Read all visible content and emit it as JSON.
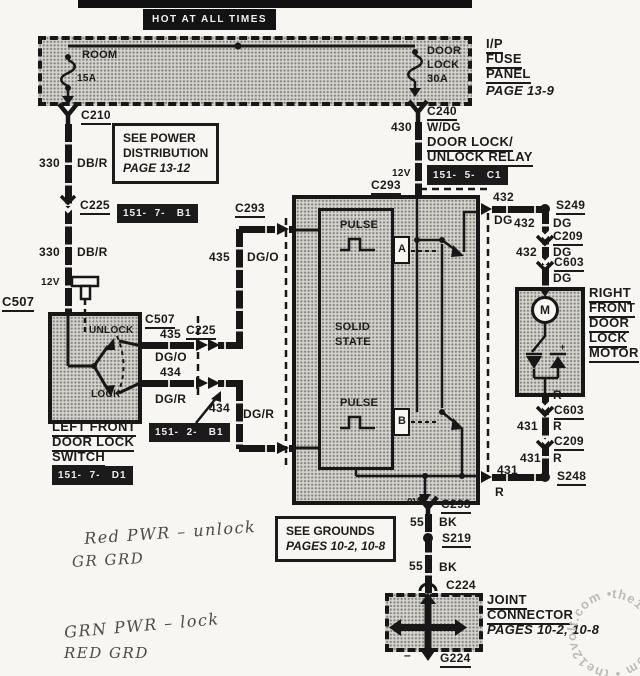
{
  "top": {
    "hot": "HOT AT ALL TIMES"
  },
  "fuse_panel": {
    "room": "ROOM",
    "room_amp": "15A",
    "fuse2": [
      "DOOR",
      "LOCK",
      "30A"
    ],
    "title": [
      "I/P",
      "FUSE",
      "PANEL"
    ],
    "page": "PAGE 13-9"
  },
  "power_box": {
    "l1": "SEE POWER",
    "l2": "DISTRIBUTION",
    "l3": "PAGE 13-12"
  },
  "left": {
    "c210": "C210",
    "w330_num": "330",
    "w330_color": "DB/R",
    "c225": "C225",
    "ref_c225": "151-  7-   B1",
    "w330b_num": "330",
    "w330b_color": "DB/R",
    "v12": "12V",
    "c507": "C507"
  },
  "switch": {
    "unlock": "UNLOCK",
    "lock": "LOCK",
    "title": [
      "LEFT FRONT",
      "DOOR LOCK",
      "SWITCH"
    ],
    "ref": "151-  7-   D1"
  },
  "mid": {
    "c507": "C507",
    "n435": "435",
    "c225": "C225",
    "dgo": "DG/O",
    "n434": "434",
    "dgr": "DG/R",
    "n434b": "434",
    "dgrb": "DG/R",
    "ref434": "151-  2-   B1",
    "c293": "C293",
    "n435v": "435",
    "dgov": "DG/O"
  },
  "relay": {
    "c240": "C240",
    "n430": "430",
    "wdg": "W/DG",
    "title": [
      "DOOR LOCK/",
      "UNLOCK RELAY"
    ],
    "ref": "151-  5-   C1",
    "v12": "12V",
    "c293": "C293"
  },
  "module": {
    "pulse1": "PULSE",
    "pulse2": "PULSE",
    "solid": [
      "SOLID",
      "STATE"
    ],
    "a": "A",
    "b": "B",
    "v0": "0V",
    "c293": "C293"
  },
  "right": {
    "n432a": "432",
    "s249": "S249",
    "dg1": "DG",
    "n432b": "432",
    "dg2": "DG",
    "c209": "C209",
    "n432c": "432",
    "dg3": "DG",
    "c603": "C603",
    "dg4": "DG",
    "motor_title": [
      "RIGHT",
      "FRONT",
      "DOOR",
      "LOCK",
      "MOTOR"
    ],
    "m": "M",
    "plus": "+",
    "r1": "R",
    "c603b": "C603",
    "n431a": "431",
    "r2": "R",
    "c209b": "C209",
    "n431b": "431",
    "r3": "R",
    "n431c": "431",
    "s248": "S248",
    "r4": "R"
  },
  "bottom": {
    "n55a": "55",
    "bk1": "BK",
    "s219": "S219",
    "n55b": "55",
    "bk2": "BK",
    "c224": "C224",
    "ground_l1": "SEE GROUNDS",
    "ground_l2": "PAGES 10-2, 10-8",
    "joint1": "JOINT",
    "joint2": "CONNECTOR",
    "joint_page": "PAGES 10-2, 10-8",
    "minus": "–",
    "g224": "G224"
  },
  "notes": {
    "l1": "Red PWR  – unlock",
    "l2": "GR   GRD",
    "l3": "GRN  PWR  –  lock",
    "l4": "RED   GRD"
  },
  "watermark": {
    "text": "the12volt.com • the12volt.com •"
  }
}
